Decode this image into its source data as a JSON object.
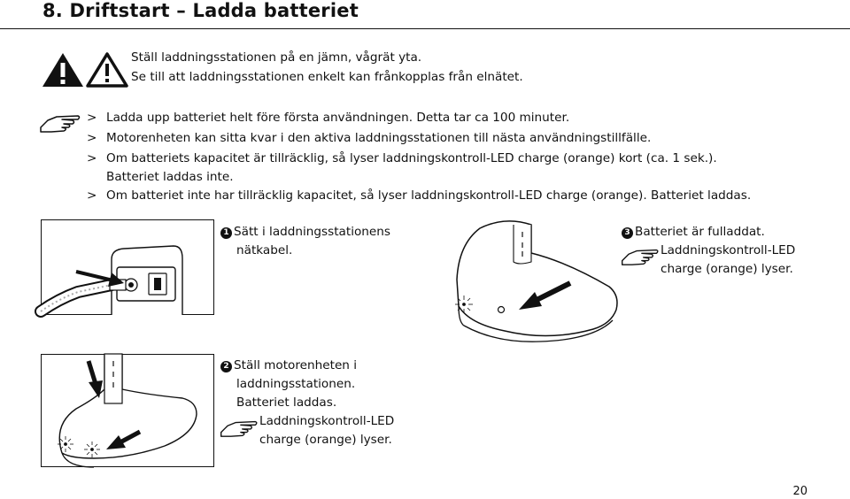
{
  "header": {
    "title": "8. Driftstart – Ladda batteriet"
  },
  "warning": {
    "line1": "Ställ laddningsstationen på en jämn, vågrät yta.",
    "line2": "Se till att laddningsstationen enkelt kan frånkopplas från elnätet."
  },
  "notes": {
    "marker": ">",
    "items": [
      "Ladda upp batteriet helt före första användningen. Detta tar ca 100 minuter.",
      "Motorenheten kan sitta kvar i den aktiva laddningsstationen till nästa användningstillfälle.",
      "Om batteriets kapacitet är tillräcklig, så lyser laddningskontroll-LED charge (orange) kort (ca. 1 sek.).",
      "Om batteriet inte har tillräcklig kapacitet, så lyser laddningskontroll-LED charge (orange). Batteriet laddas."
    ],
    "item3_cont": "Batteriet laddas inte."
  },
  "steps": {
    "step1": {
      "num": "1",
      "line1": "Sätt i laddningsstationens",
      "line2": "nätkabel."
    },
    "step2": {
      "num": "2",
      "line1": "Ställ motorenheten i",
      "line2": "laddningsstationen.",
      "line3": "Batteriet laddas.",
      "hint1": "Laddningskontroll-LED",
      "hint2": "charge (orange) lyser."
    },
    "step3": {
      "num": "3",
      "line1": "Batteriet är fulladdat.",
      "hint1": "Laddningskontroll-LED",
      "hint2": "charge (orange) lyser."
    }
  },
  "footer": {
    "page_number": "20"
  }
}
